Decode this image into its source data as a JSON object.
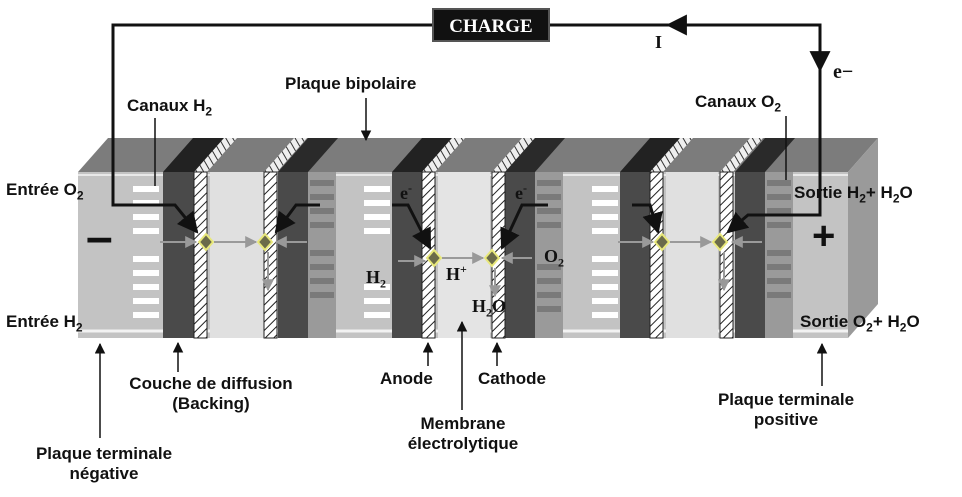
{
  "charge": "CHARGE",
  "current": "I",
  "electron_top": "e−",
  "top_labels": {
    "canaux_h2": "Canaux H",
    "canaux_h2_sub": "2",
    "plaque_bipolaire": "Plaque bipolaire",
    "canaux_o2": "Canaux O",
    "canaux_o2_sub": "2"
  },
  "left_labels": {
    "entree_o2": "Entrée O",
    "entree_o2_sub": "2",
    "entree_h2": "Entrée H",
    "entree_h2_sub": "2",
    "minus": "–"
  },
  "right_labels": {
    "sortie_h2_a": "Sortie H",
    "sortie_h2_sub": "2",
    "sortie_h2_b": "+ H",
    "sortie_h2_sub2": "2",
    "sortie_h2_c": "O",
    "sortie_o2_a": "Sortie O",
    "sortie_o2_sub": "2",
    "sortie_o2_b": "+ H",
    "sortie_o2_sub2": "2",
    "sortie_o2_c": "O",
    "plus": "+"
  },
  "inside": {
    "e1": "e",
    "e1_sup": "-",
    "e2": "e",
    "e2_sup": "-",
    "h2": "H",
    "h2_sub": "2",
    "hplus": "H",
    "hplus_sup": "+",
    "o2": "O",
    "o2_sub": "2",
    "h2o_a": "H",
    "h2o_sub": "2",
    "h2o_b": "O"
  },
  "bottom_labels": {
    "couche_1": "Couche de diffusion",
    "couche_2": "(Backing)",
    "anode": "Anode",
    "cathode": "Cathode",
    "membrane_1": "Membrane",
    "membrane_2": "électrolytique",
    "plaque_neg_1": "Plaque terminale",
    "plaque_neg_2": "négative",
    "plaque_pos_1": "Plaque terminale",
    "plaque_pos_2": "positive"
  },
  "colors": {
    "top_face": "#7c7c7c",
    "front_face": "#c3c3c3",
    "dark_block": "#4a4a4a",
    "mid_block": "#8a8a8a",
    "light_band": "#dcdcdc",
    "wire": "#111111"
  }
}
